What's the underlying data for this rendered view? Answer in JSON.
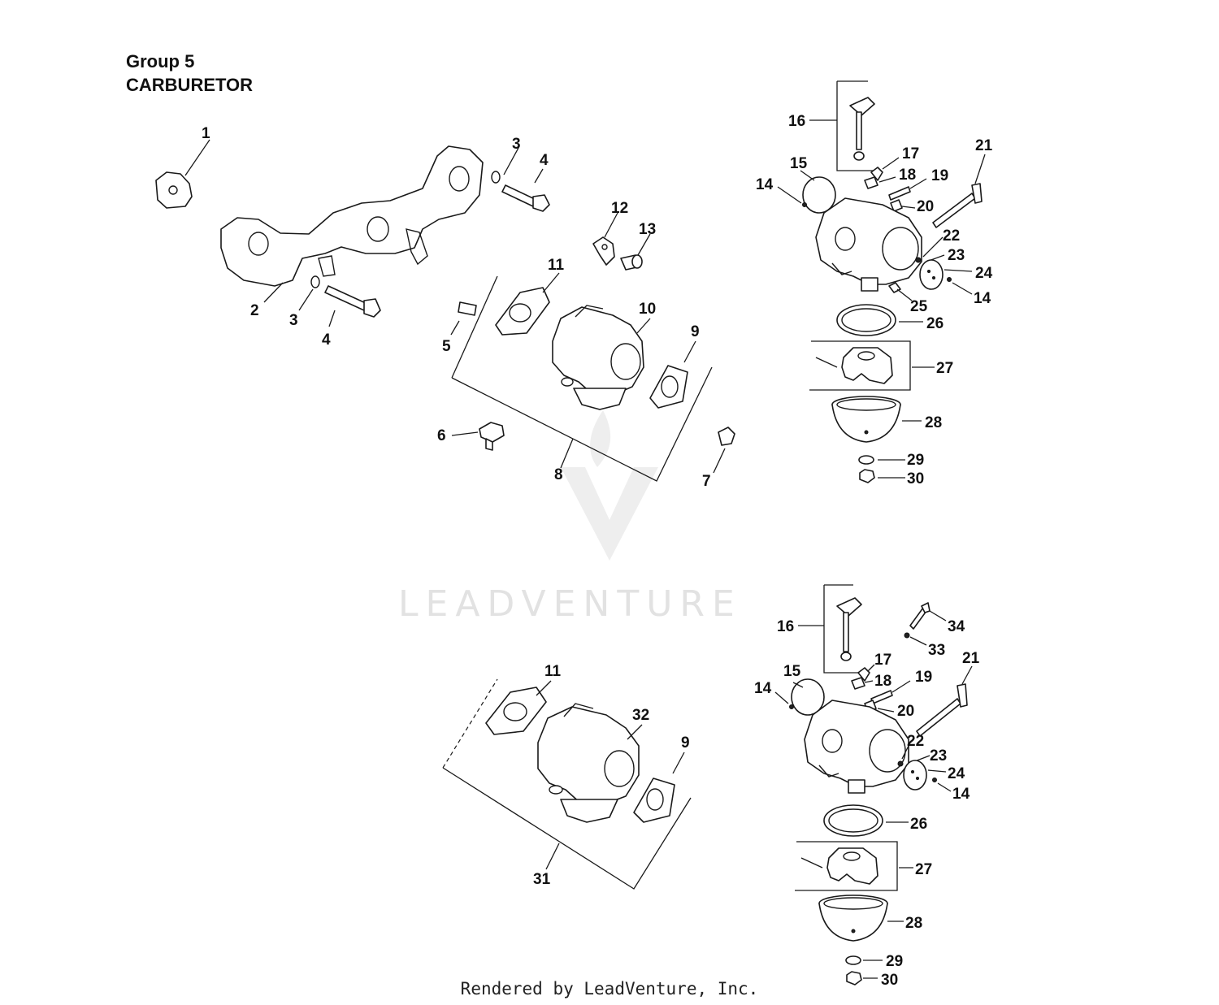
{
  "title": {
    "group": "Group 5",
    "name": "CARBURETOR"
  },
  "watermark": "LEADVENTURE",
  "footer": "Rendered by LeadVenture, Inc.",
  "colors": {
    "ink": "#1a1a1a",
    "background": "#ffffff",
    "watermark": "#e2e2e2"
  },
  "callouts": {
    "c1": "1",
    "c2": "2",
    "c3a": "3",
    "c3b": "3",
    "c4a": "4",
    "c4b": "4",
    "c5": "5",
    "c6": "6",
    "c7": "7",
    "c8": "8",
    "c9a": "9",
    "c10": "10",
    "c11a": "11",
    "c12": "12",
    "c13": "13",
    "u14a": "14",
    "u14b": "14",
    "u15": "15",
    "u16": "16",
    "u17": "17",
    "u18": "18",
    "u19": "19",
    "u20": "20",
    "u21": "21",
    "u22": "22",
    "u23": "23",
    "u24": "24",
    "u25": "25",
    "u26": "26",
    "u27": "27",
    "u28": "28",
    "u29": "29",
    "u30": "30",
    "l11": "11",
    "l32": "32",
    "l9": "9",
    "l31": "31",
    "b14a": "14",
    "b14b": "14",
    "b15": "15",
    "b16": "16",
    "b17": "17",
    "b18": "18",
    "b19": "19",
    "b20": "20",
    "b21": "21",
    "b22": "22",
    "b23": "23",
    "b24": "24",
    "b26": "26",
    "b27": "27",
    "b28": "28",
    "b29": "29",
    "b30": "30",
    "b33": "33",
    "b34": "34"
  }
}
